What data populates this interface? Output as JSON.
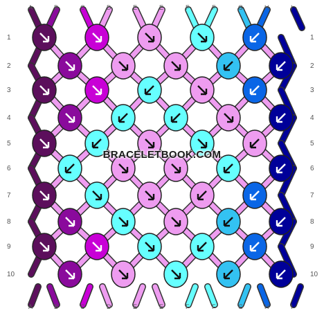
{
  "pattern": {
    "watermark": "BRACELETBOOK.COM",
    "string_letters": [
      "A",
      "B",
      "C",
      "D",
      "E",
      "E",
      "F",
      "F",
      "G",
      "H",
      "I"
    ],
    "string_colors": [
      "#5c0f5c",
      "#8a0a9c",
      "#c800d6",
      "#ee9cf0",
      "#ee9cf0",
      "#ee9cf0",
      "#66ffff",
      "#66ffff",
      "#33c2f2",
      "#0a66e6",
      "#000099"
    ],
    "row_numbers": [
      "1",
      "2",
      "3",
      "4",
      "5",
      "6",
      "7",
      "8",
      "9",
      "10"
    ],
    "knot_colors": {
      "A": "#5c0f5c",
      "B": "#8a0a9c",
      "C": "#c800d6",
      "D": "#ee9cf0",
      "F": "#66ffff",
      "G": "#33c2f2",
      "H": "#0a66e6",
      "I": "#000099"
    },
    "knot_rows": [
      [
        [
          "A",
          "dr"
        ],
        [
          "C",
          "dr"
        ],
        [
          "D",
          "dr"
        ],
        [
          "F",
          "dr"
        ],
        [
          "H",
          "dl"
        ]
      ],
      [
        [
          "B",
          "dr"
        ],
        [
          "D",
          "dr"
        ],
        [
          "D",
          "rd"
        ],
        [
          "G",
          "dl"
        ],
        [
          "I",
          "dl"
        ]
      ],
      [
        [
          "A",
          "dr"
        ],
        [
          "C",
          "dr"
        ],
        [
          "F",
          "dl"
        ],
        [
          "D",
          "dr"
        ],
        [
          "H",
          "dl"
        ]
      ],
      [
        [
          "B",
          "dr"
        ],
        [
          "F",
          "dl"
        ],
        [
          "F",
          "dl"
        ],
        [
          "D",
          "dr"
        ],
        [
          "I",
          "dl"
        ]
      ],
      [
        [
          "A",
          "dr"
        ],
        [
          "F",
          "dl"
        ],
        [
          "D",
          "dr"
        ],
        [
          "F",
          "dr"
        ],
        [
          "D",
          "dl"
        ]
      ],
      [
        [
          "F",
          "dl"
        ],
        [
          "D",
          "dr"
        ],
        [
          "D",
          "dr"
        ],
        [
          "F",
          "dl"
        ],
        [
          "I",
          "dl"
        ]
      ],
      [
        [
          "A",
          "dr"
        ],
        [
          "F",
          "dr"
        ],
        [
          "D",
          "dr"
        ],
        [
          "D",
          "dl"
        ],
        [
          "H",
          "dl"
        ]
      ],
      [
        [
          "B",
          "dr"
        ],
        [
          "F",
          "dr"
        ],
        [
          "D",
          "dr"
        ],
        [
          "G",
          "dl"
        ],
        [
          "I",
          "dl"
        ]
      ],
      [
        [
          "A",
          "dr"
        ],
        [
          "C",
          "dr"
        ],
        [
          "F",
          "dr"
        ],
        [
          "F",
          "dl"
        ],
        [
          "H",
          "dl"
        ]
      ],
      [
        [
          "B",
          "dr"
        ],
        [
          "D",
          "dr"
        ],
        [
          "F",
          "dr"
        ],
        [
          "G",
          "dl"
        ],
        [
          "I",
          "dl"
        ]
      ]
    ]
  }
}
